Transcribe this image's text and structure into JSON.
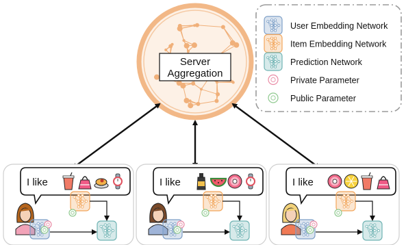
{
  "server": {
    "label_line1": "Server",
    "label_line2": "Aggregation"
  },
  "legend": {
    "items": [
      {
        "label": "User Embedding Network",
        "icon": "user-embedding-network-icon",
        "color": "#7d9fc7"
      },
      {
        "label": "Item Embedding Network",
        "icon": "item-embedding-network-icon",
        "color": "#f2a55a"
      },
      {
        "label": "Prediction Network",
        "icon": "prediction-network-icon",
        "color": "#6fb3b3"
      },
      {
        "label": "Private Parameter",
        "icon": "private-parameter-icon",
        "color": "#e98ca6"
      },
      {
        "label": "Public Parameter",
        "icon": "public-parameter-icon",
        "color": "#8fc98f"
      }
    ]
  },
  "clients": [
    {
      "bubble_text": "I like",
      "items": [
        "juice-cup-icon",
        "handbag-icon",
        "pancake-icon",
        "wristwatch-icon"
      ]
    },
    {
      "bubble_text": "I like",
      "items": [
        "liquor-bottle-icon",
        "watermelon-icon",
        "donut-icon",
        "wristwatch-icon"
      ]
    },
    {
      "bubble_text": "I like",
      "items": [
        "donut-icon",
        "lemon-slice-icon",
        "juice-cup-icon",
        "handbag-icon"
      ]
    }
  ],
  "colors": {
    "server_ring": "#f2b887",
    "server_node": "#f0b07a",
    "user_net": "#7d9fc7",
    "item_net": "#f2a55a",
    "pred_net": "#6fb3b3",
    "private": "#e98ca6",
    "public": "#8fc98f"
  }
}
